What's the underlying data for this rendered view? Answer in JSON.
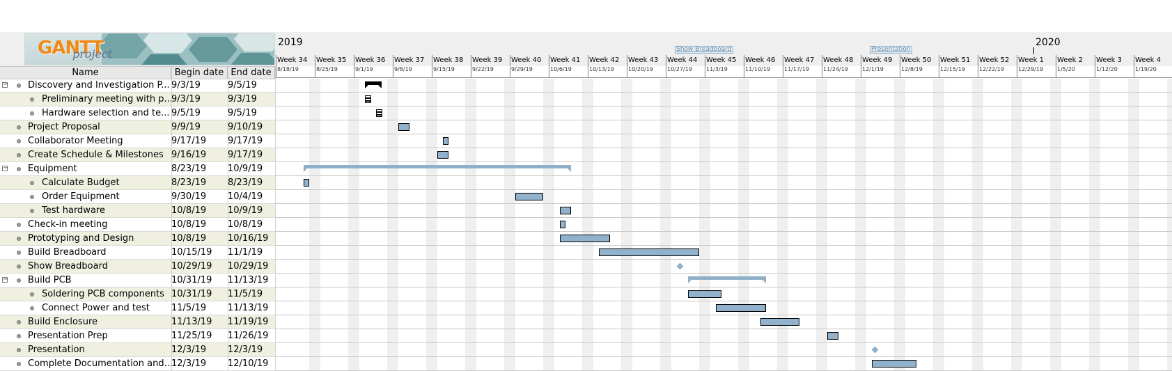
{
  "logo": {
    "text_gantt": "GANTT",
    "text_project": "project"
  },
  "table": {
    "headers": {
      "name": "Name",
      "begin": "Begin date",
      "end": "End date"
    },
    "rows": [
      {
        "name": "Discovery and Investigation P...",
        "begin": "9/3/19",
        "end": "9/5/19",
        "level": 0,
        "collapsible": true
      },
      {
        "name": "Preliminary meeting with p...",
        "begin": "9/3/19",
        "end": "9/3/19",
        "level": 1,
        "collapsible": false
      },
      {
        "name": "Hardware selection and te...",
        "begin": "9/5/19",
        "end": "9/5/19",
        "level": 1,
        "collapsible": false
      },
      {
        "name": "Project Proposal",
        "begin": "9/9/19",
        "end": "9/10/19",
        "level": 0,
        "collapsible": false
      },
      {
        "name": "Collaborator Meeting",
        "begin": "9/17/19",
        "end": "9/17/19",
        "level": 0,
        "collapsible": false
      },
      {
        "name": "Create Schedule & Milestones",
        "begin": "9/16/19",
        "end": "9/17/19",
        "level": 0,
        "collapsible": false
      },
      {
        "name": "Equipment",
        "begin": "8/23/19",
        "end": "10/9/19",
        "level": 0,
        "collapsible": true
      },
      {
        "name": "Calculate Budget",
        "begin": "8/23/19",
        "end": "8/23/19",
        "level": 1,
        "collapsible": false
      },
      {
        "name": "Order Equipment",
        "begin": "9/30/19",
        "end": "10/4/19",
        "level": 1,
        "collapsible": false
      },
      {
        "name": "Test hardware",
        "begin": "10/8/19",
        "end": "10/9/19",
        "level": 1,
        "collapsible": false
      },
      {
        "name": "Check-in meeting",
        "begin": "10/8/19",
        "end": "10/8/19",
        "level": 0,
        "collapsible": false
      },
      {
        "name": "Prototyping and Design",
        "begin": "10/8/19",
        "end": "10/16/19",
        "level": 0,
        "collapsible": false
      },
      {
        "name": "Build Breadboard",
        "begin": "10/15/19",
        "end": "11/1/19",
        "level": 0,
        "collapsible": false
      },
      {
        "name": "Show Breadboard",
        "begin": "10/29/19",
        "end": "10/29/19",
        "level": 0,
        "collapsible": false
      },
      {
        "name": "Build PCB",
        "begin": "10/31/19",
        "end": "11/13/19",
        "level": 0,
        "collapsible": true
      },
      {
        "name": "Soldering PCB components",
        "begin": "10/31/19",
        "end": "11/5/19",
        "level": 1,
        "collapsible": false
      },
      {
        "name": "Connect Power and test",
        "begin": "11/5/19",
        "end": "11/13/19",
        "level": 1,
        "collapsible": false
      },
      {
        "name": "Build Enclosure",
        "begin": "11/13/19",
        "end": "11/19/19",
        "level": 0,
        "collapsible": false
      },
      {
        "name": "Presentation Prep",
        "begin": "11/25/19",
        "end": "11/26/19",
        "level": 0,
        "collapsible": false
      },
      {
        "name": "Presentation",
        "begin": "12/3/19",
        "end": "12/3/19",
        "level": 0,
        "collapsible": false
      },
      {
        "name": "Complete Documentation and...",
        "begin": "12/3/19",
        "end": "12/10/19",
        "level": 0,
        "collapsible": false
      }
    ]
  },
  "timeline": {
    "years": [
      {
        "label": "2019"
      },
      {
        "label": "2020"
      }
    ],
    "milestone_labels": [
      "Show Breadboard",
      "Presentation"
    ],
    "weeks": [
      {
        "label": "Week 34",
        "date": "8/18/19"
      },
      {
        "label": "Week 35",
        "date": "8/25/19"
      },
      {
        "label": "Week 36",
        "date": "9/1/19"
      },
      {
        "label": "Week 37",
        "date": "9/8/19"
      },
      {
        "label": "Week 38",
        "date": "9/15/19"
      },
      {
        "label": "Week 39",
        "date": "9/22/19"
      },
      {
        "label": "Week 40",
        "date": "9/29/19"
      },
      {
        "label": "Week 41",
        "date": "10/6/19"
      },
      {
        "label": "Week 42",
        "date": "10/13/19"
      },
      {
        "label": "Week 43",
        "date": "10/20/19"
      },
      {
        "label": "Week 44",
        "date": "10/27/19"
      },
      {
        "label": "Week 45",
        "date": "11/3/19"
      },
      {
        "label": "Week 46",
        "date": "11/10/19"
      },
      {
        "label": "Week 47",
        "date": "11/17/19"
      },
      {
        "label": "Week 48",
        "date": "11/24/19"
      },
      {
        "label": "Week 49",
        "date": "12/1/19"
      },
      {
        "label": "Week 50",
        "date": "12/8/19"
      },
      {
        "label": "Week 51",
        "date": "12/15/19"
      },
      {
        "label": "Week 52",
        "date": "12/22/19"
      },
      {
        "label": "Week 1",
        "date": "12/29/19"
      },
      {
        "label": "Week 2",
        "date": "1/5/20"
      },
      {
        "label": "Week 3",
        "date": "1/12/20"
      },
      {
        "label": "Week 4",
        "date": "1/19/20"
      }
    ]
  },
  "colors": {
    "task_bar": "#92b1cc",
    "selected_task": "#000000",
    "row_alt": "#eff0e0",
    "weekend": "#efefef",
    "logo_orange": "#f08a17"
  }
}
